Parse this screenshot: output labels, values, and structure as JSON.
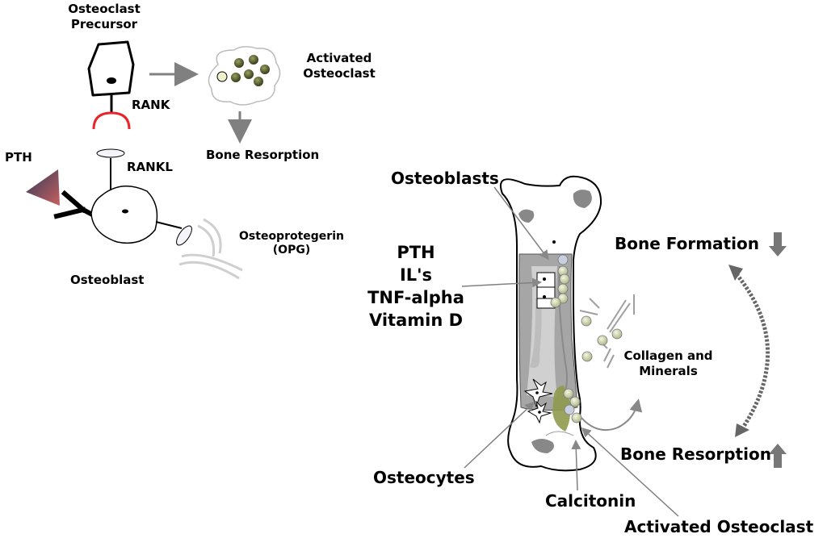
{
  "labels": {
    "osteoclast_precursor_line1": "Osteoclast",
    "osteoclast_precursor_line2": "Precursor",
    "activated_osteoclast_top_line1": "Activated",
    "activated_osteoclast_top_line2": "Osteoclast",
    "rank": "RANK",
    "bone_resorption_top": "Bone Resorption",
    "pth_small": "PTH",
    "rankl": "RANKL",
    "opg_line1": "Osteoprotegerin",
    "opg_line2": "(OPG)",
    "osteoblast": "Osteoblast",
    "osteoblasts": "Osteoblasts",
    "factors": [
      "PTH",
      "IL's",
      "TNF-alpha",
      "Vitamin D"
    ],
    "bone_formation": "Bone Formation",
    "collagen_line1": "Collagen and",
    "collagen_line2": "Minerals",
    "bone_resorption_right": "Bone Resorption",
    "osteocytes": "Osteocytes",
    "calcitonin": "Calcitonin",
    "activated_osteoclast_bottom": "Activated Osteoclast"
  },
  "colors": {
    "rank_receptor": "#e8262a",
    "pth_triangle_dark": "#2f3a5a",
    "pth_triangle_light": "#c86060",
    "cell_granule": "#4b5320",
    "mineral_ball": "#d6dcb4",
    "osteoid": "#8f9a4c",
    "bone_cortex": "#a6a6a6",
    "bone_marrow": "#d0d0d0",
    "arrow_gray": "#808080"
  },
  "icons": [
    "down-arrow-icon",
    "up-arrow-icon",
    "double-headed-dashed-arrow-icon"
  ]
}
